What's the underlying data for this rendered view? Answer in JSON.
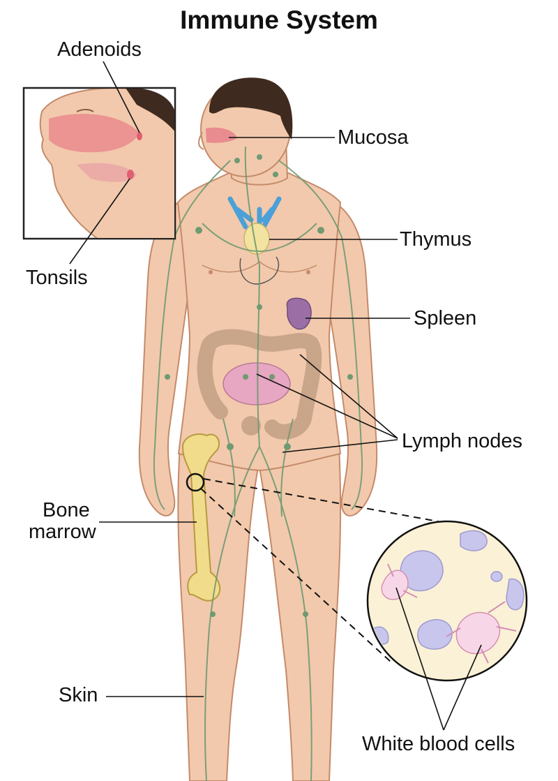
{
  "title": "Immune System",
  "labels": {
    "adenoids": "Adenoids",
    "tonsils": "Tonsils",
    "mucosa": "Mucosa",
    "thymus": "Thymus",
    "spleen": "Spleen",
    "lymph_nodes": "Lymph nodes",
    "bone_marrow_line1": "Bone",
    "bone_marrow_line2": "marrow",
    "skin": "Skin",
    "white_blood_cells": "White blood cells"
  },
  "colors": {
    "skin": "#f2c9ac",
    "skin_outline": "#c48a6a",
    "hair": "#3e2a1f",
    "lymph": "#6f9a72",
    "mucosa": "#e8818a",
    "thymus": "#f3e3a0",
    "vessels": "#4aa0d8",
    "spleen": "#9b6fa6",
    "intestine": "#c9a58a",
    "small_intestine": "#e7a6c2",
    "bone": "#f1dc8c",
    "magnifier_fill": "#fbf1d6",
    "cell": "#c8c6ec",
    "white_cell": "#f7d6e8"
  }
}
